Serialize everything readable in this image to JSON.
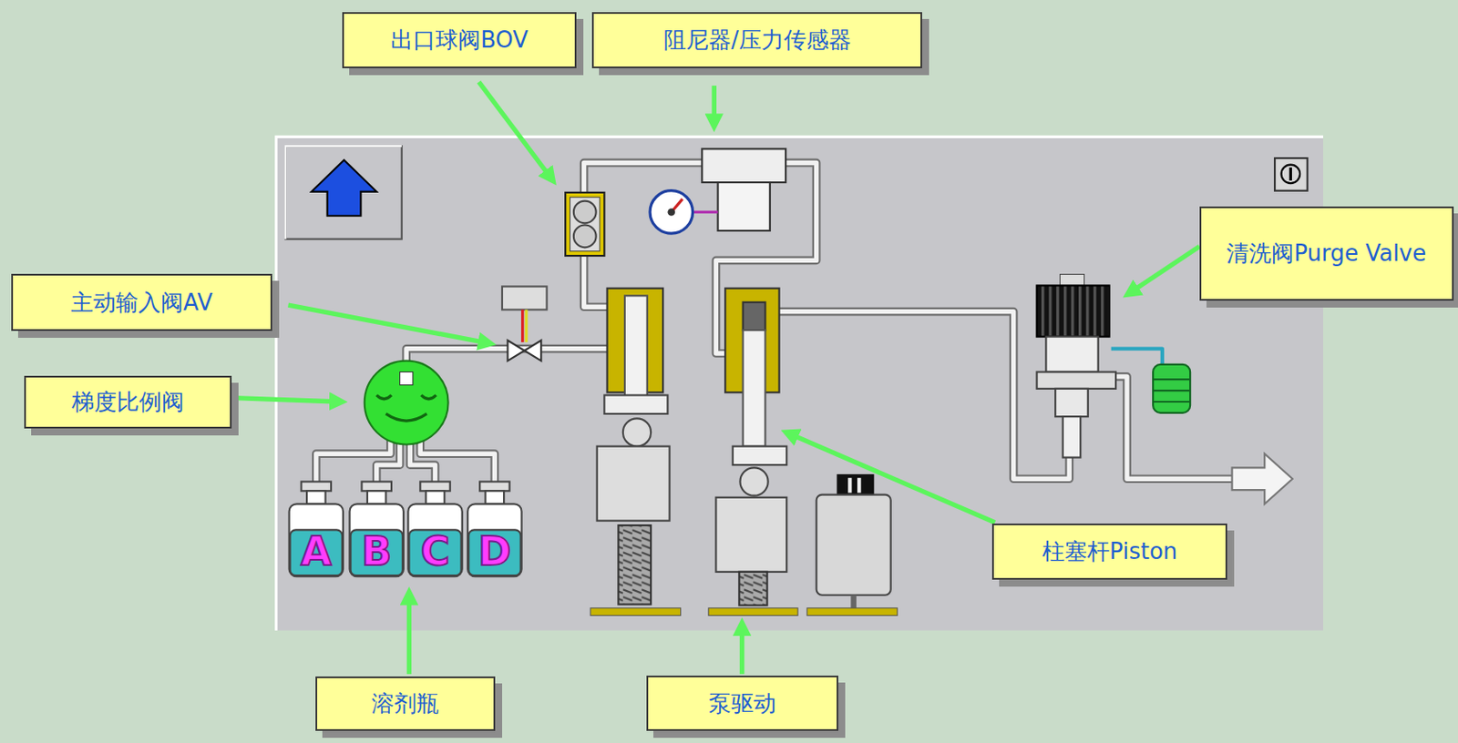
{
  "diagram": {
    "nodes": [
      {
        "text": [
          "出口球阀BOV"
        ]
      },
      {
        "text": [
          "阻尼器/压力传感器"
        ]
      },
      {
        "text": [
          "主动输入阀AV"
        ]
      },
      {
        "text": [
          "梯度比例阀"
        ]
      },
      {
        "text": [
          "清洗阀Purge Valve"
        ]
      },
      {
        "text": [
          "柱塞杆Piston"
        ]
      },
      {
        "text": [
          "溶剂瓶"
        ]
      },
      {
        "text": [
          "泵驱动"
        ]
      }
    ],
    "labels": [
      "A",
      "B",
      "C",
      "D"
    ]
  }
}
